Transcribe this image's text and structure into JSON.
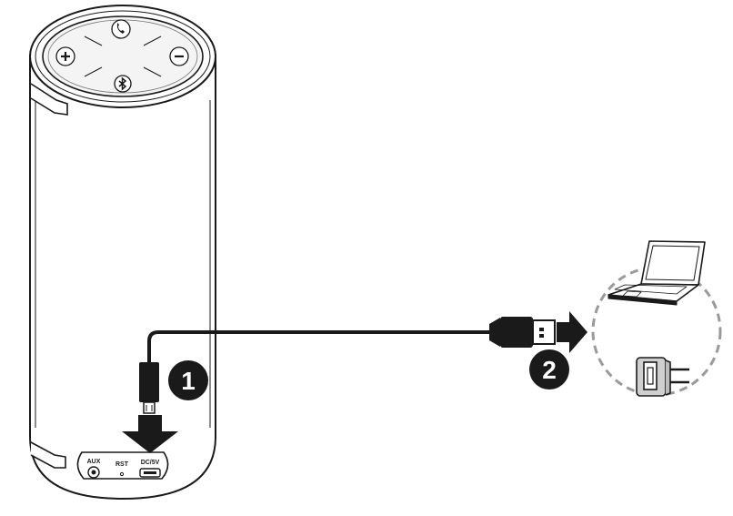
{
  "speaker": {
    "ports": {
      "aux_label": "AUX",
      "rst_label": "RST",
      "dc_label": "DC/5V"
    },
    "buttons": {
      "top": "phone-icon",
      "left": "plus-icon",
      "right": "minus-icon",
      "bottom": "bluetooth-icon"
    }
  },
  "steps": [
    {
      "number": "1"
    },
    {
      "number": "2"
    }
  ],
  "devices": [
    "laptop-icon",
    "wall-adapter-icon"
  ],
  "colors": {
    "line": "#1a1a1a",
    "badge": "#1a1a1a",
    "dashed_circle": "#9a9a9a",
    "adapter_fill": "#cfcfcf"
  }
}
